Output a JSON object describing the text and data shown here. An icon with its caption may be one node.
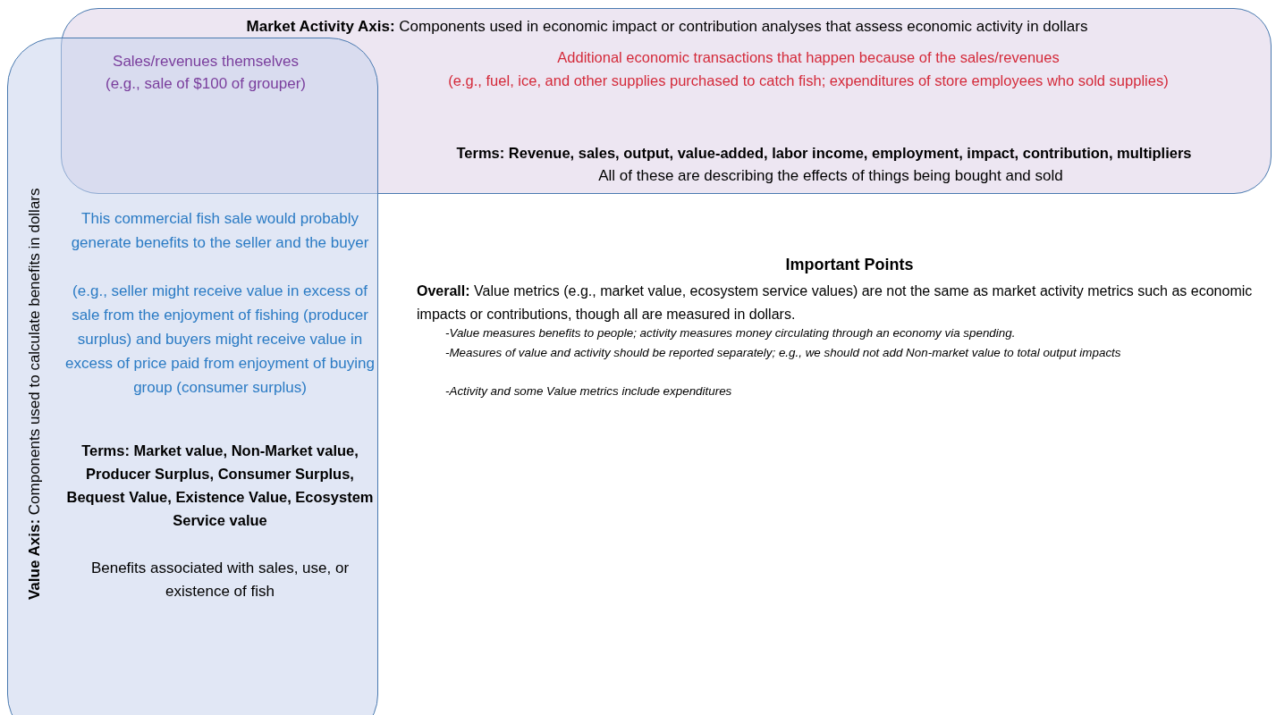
{
  "diagram": {
    "nodes": [
      {
        "text": [
          "**Market Activity Axis:** Components used in economic impact or contribution analyses that assess economic activity in dollars",
          "Additional economic transactions that happen because of the sales/revenues",
          "(e.g., fuel, ice, and other supplies purchased to catch fish; expenditures of store employees who sold supplies)",
          "Terms: Revenue, sales, output, value-added, labor income, employment, impact, contribution, multipliers",
          "All of these are describing the effects of things being bought and sold"
        ]
      },
      {
        "text": [
          "**Value Axis:** Components used to calculate benefits in dollars",
          "This commercial fish sale would probably generate benefits to the seller and the buyer",
          "(e.g., seller might receive value in excess of sale from the enjoyment of fishing (producer surplus) and buyers might receive value in excess of price paid from enjoyment of buying group (consumer surplus)",
          "Terms: Market value, Non-Market value, Producer Surplus, Consumer Surplus, Bequest Value, Existence Value, Ecosystem Service value",
          "Benefits associated with sales, use, or existence of fish"
        ]
      }
    ],
    "edges": [],
    "labels": [
      "Sales/revenues themselves",
      "(e.g., sale of $100 of grouper)",
      "Important Points",
      "**Overall:** Value metrics (e.g., market value, ecosystem service values) are not the same as market activity metrics such as economic impacts or contributions, though all are measured in dollars.",
      "-Value measures benefits to people; activity measures money circulating through an economy via spending.",
      "-Measures of value and activity should be reported separately; e.g., we should not add Non-market value to total output impacts",
      "-Activity and some Value metrics include expenditures"
    ]
  }
}
